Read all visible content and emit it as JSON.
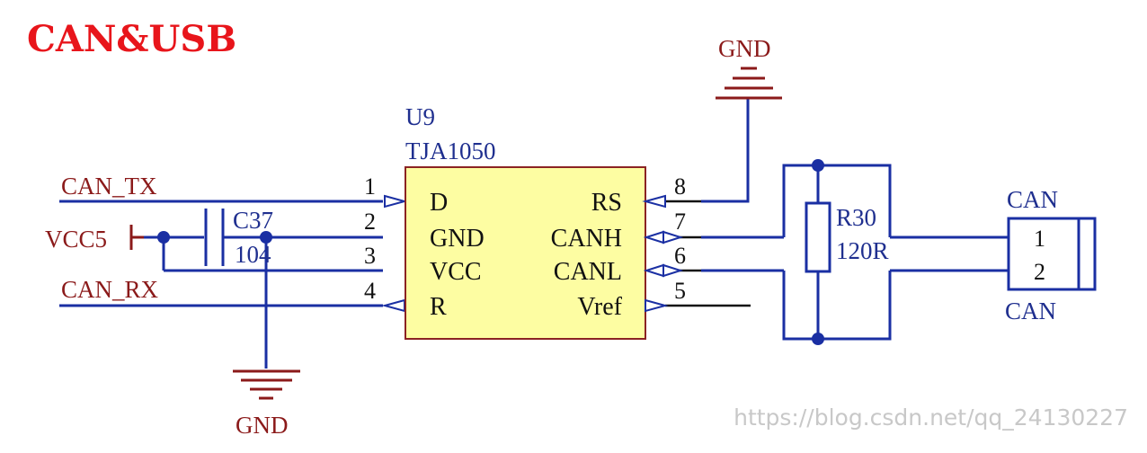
{
  "title": "CAN&USB",
  "colors": {
    "title": "#e8151b",
    "wire": "#1a2fa3",
    "net_label": "#8b1a1a",
    "component_text": "#1f2f8f",
    "black": "#111111",
    "ic_fill": "#fdfda2",
    "ic_border": "#8b2323",
    "junction": "#1a2fa3",
    "watermark": "#c8c8c8"
  },
  "ic": {
    "ref": "U9",
    "part": "TJA1050",
    "pins_left": [
      {
        "num": "1",
        "name": "D"
      },
      {
        "num": "2",
        "name": "GND"
      },
      {
        "num": "3",
        "name": "VCC"
      },
      {
        "num": "4",
        "name": "R"
      }
    ],
    "pins_right": [
      {
        "num": "8",
        "name": "RS"
      },
      {
        "num": "7",
        "name": "CANH"
      },
      {
        "num": "6",
        "name": "CANL"
      },
      {
        "num": "5",
        "name": "Vref"
      }
    ]
  },
  "nets": {
    "can_tx": "CAN_TX",
    "can_rx": "CAN_RX",
    "vcc": "VCC5",
    "gnd_top": "GND",
    "gnd_bottom": "GND"
  },
  "capacitor": {
    "ref": "C37",
    "value": "104"
  },
  "resistor": {
    "ref": "R30",
    "value": "120R"
  },
  "connector": {
    "ref": "CAN",
    "name": "CAN",
    "pins": [
      "1",
      "2"
    ]
  },
  "watermark": "https://blog.csdn.net/qq_24130227"
}
